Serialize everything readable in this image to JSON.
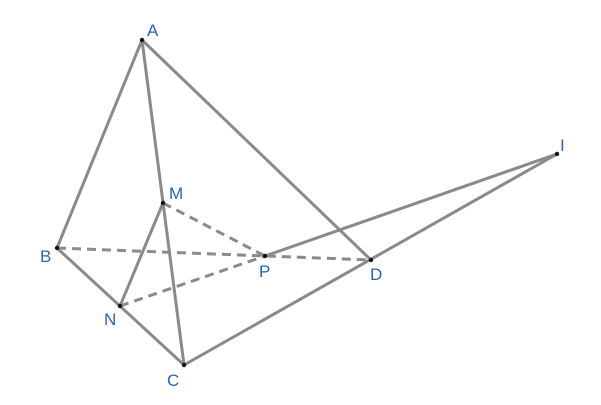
{
  "diagram": {
    "accent_color": "#2a63b8",
    "line_color": "#8a8a8a",
    "points": [
      {
        "id": "A",
        "label": "A"
      },
      {
        "id": "B",
        "label": "B"
      },
      {
        "id": "C",
        "label": "C"
      },
      {
        "id": "D",
        "label": "D"
      },
      {
        "id": "M",
        "label": "M"
      },
      {
        "id": "N",
        "label": "N"
      },
      {
        "id": "P",
        "label": "P"
      },
      {
        "id": "I",
        "label": "I"
      }
    ],
    "segments": [
      {
        "from": "A",
        "to": "B",
        "style": "solid"
      },
      {
        "from": "A",
        "to": "C",
        "style": "solid"
      },
      {
        "from": "A",
        "to": "D",
        "style": "solid"
      },
      {
        "from": "B",
        "to": "C",
        "style": "solid"
      },
      {
        "from": "C",
        "to": "I",
        "style": "solid"
      },
      {
        "from": "P",
        "to": "I",
        "style": "solid"
      },
      {
        "from": "M",
        "to": "N",
        "style": "solid"
      },
      {
        "from": "B",
        "to": "D",
        "style": "dashed"
      },
      {
        "from": "M",
        "to": "P",
        "style": "dashed"
      },
      {
        "from": "N",
        "to": "P",
        "style": "dashed"
      }
    ]
  }
}
